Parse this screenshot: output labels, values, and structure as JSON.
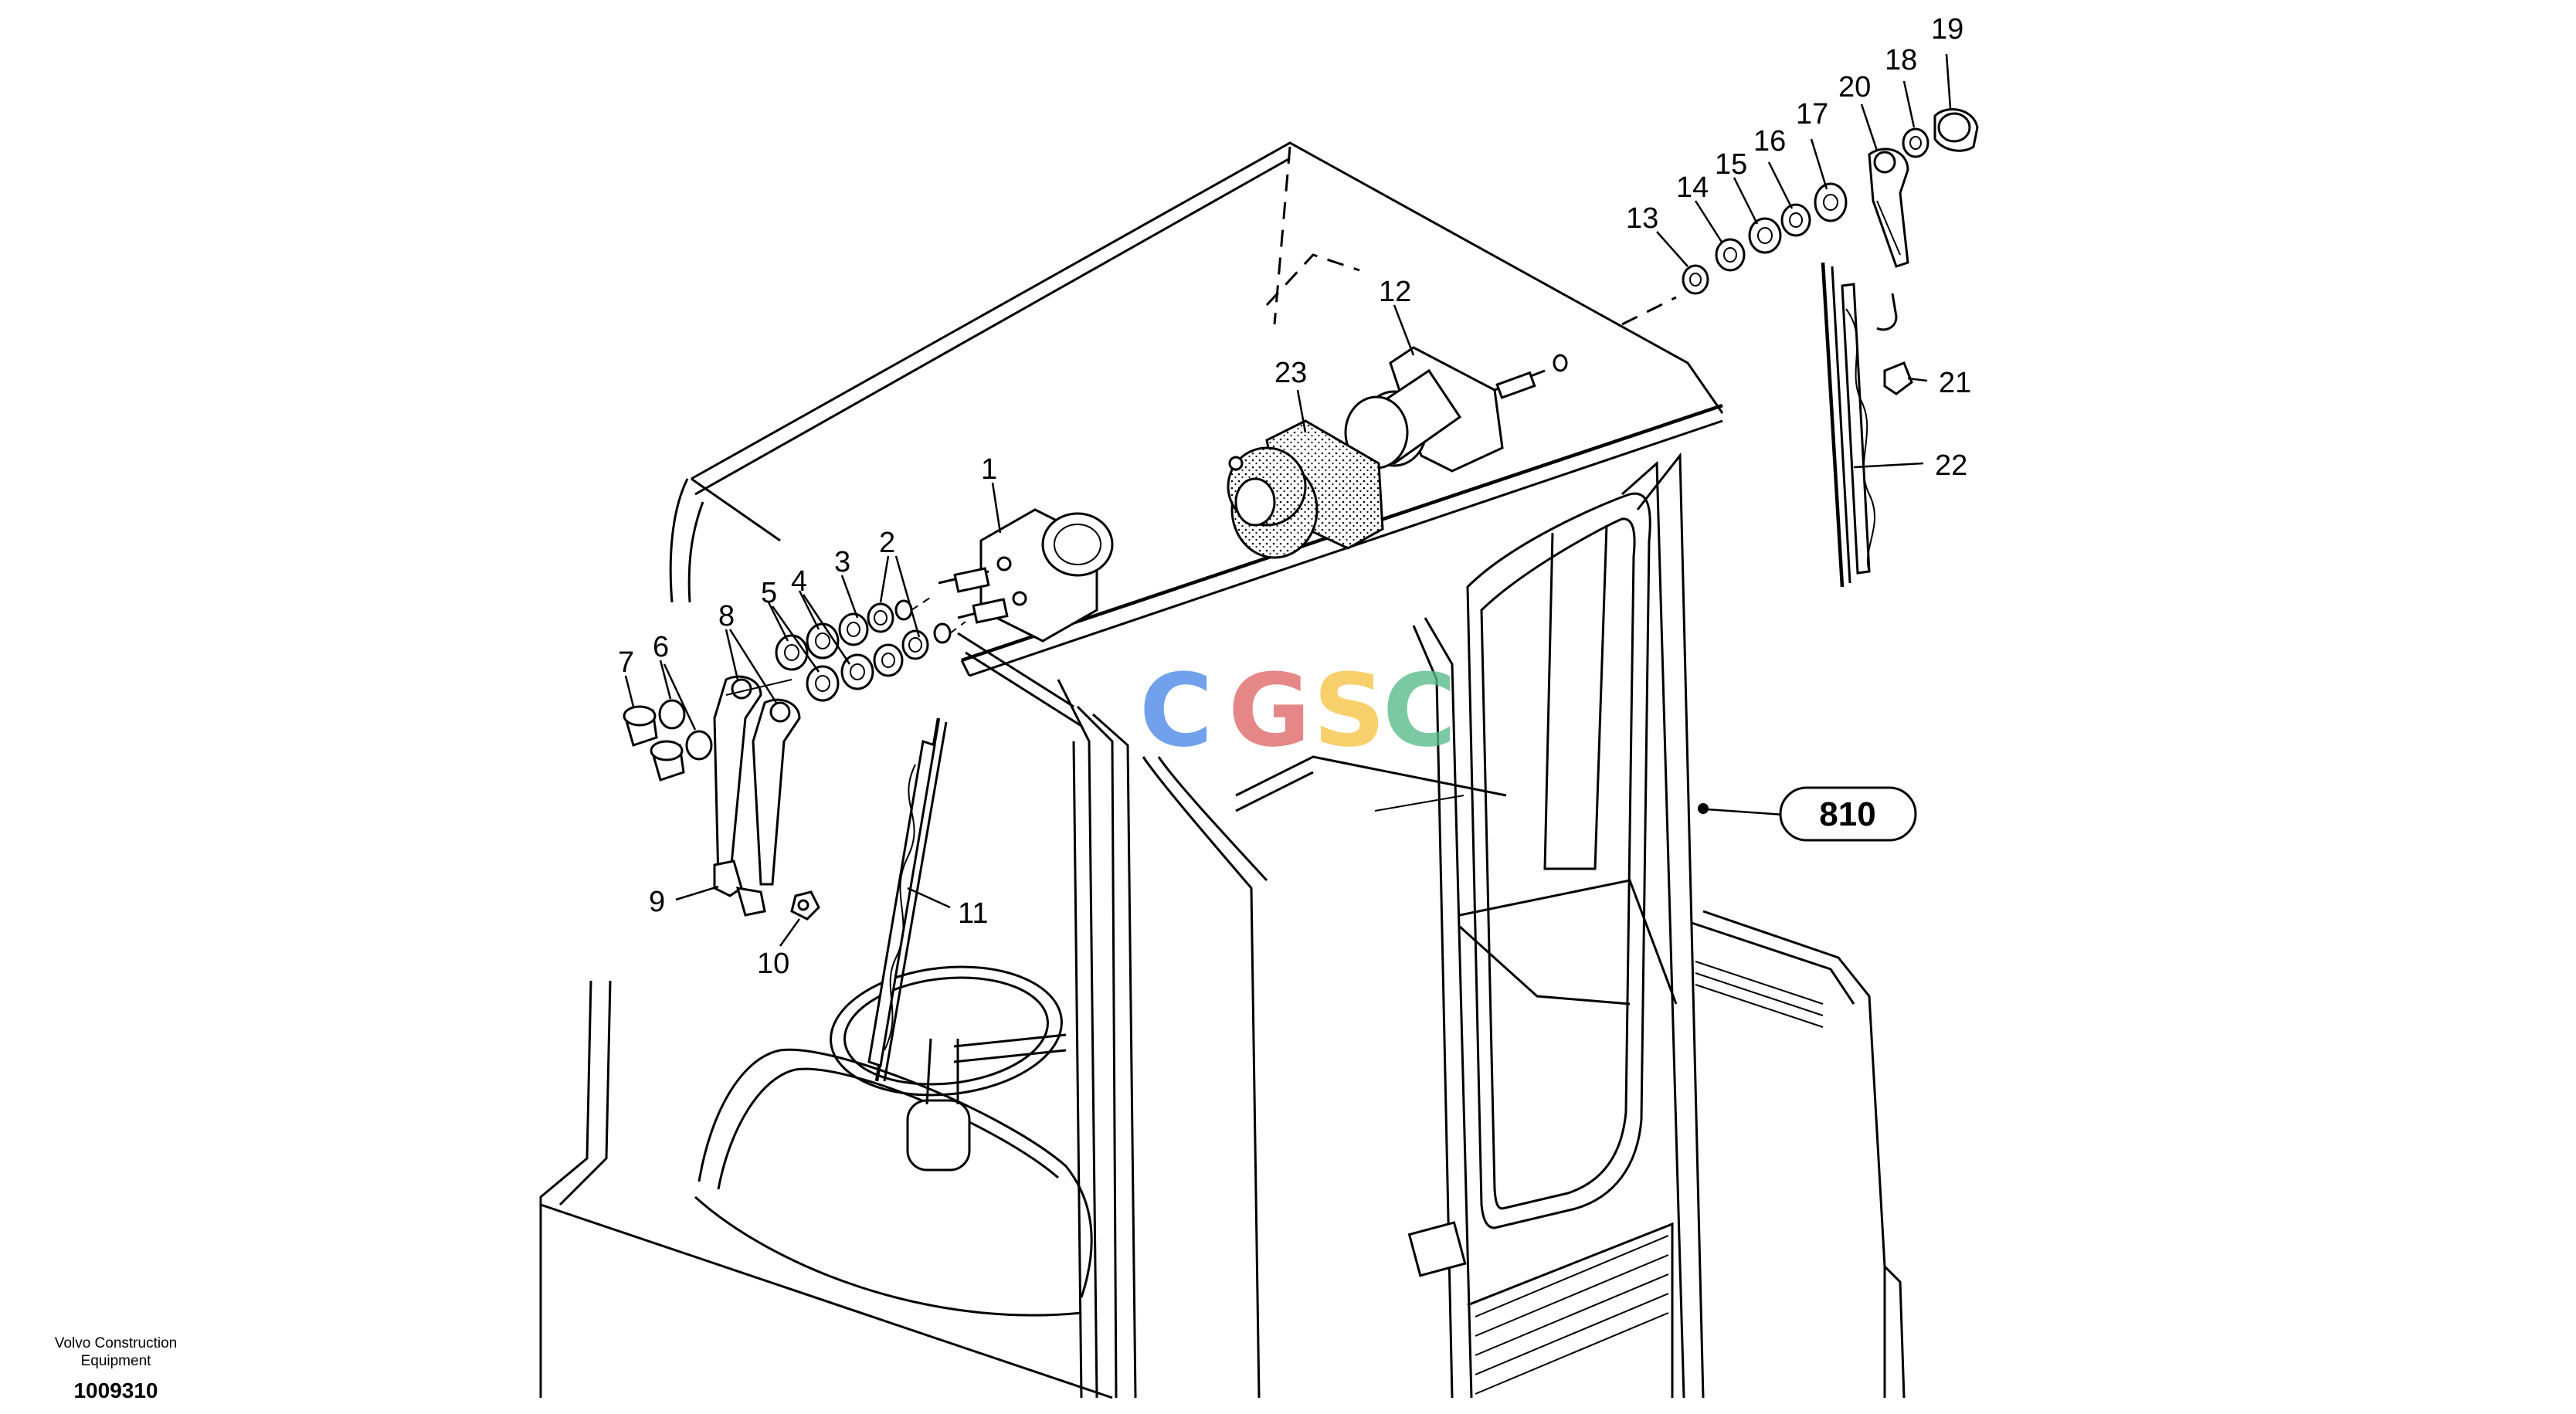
{
  "diagram": {
    "part_labels": [
      "1",
      "2",
      "3",
      "4",
      "5",
      "6",
      "7",
      "8",
      "9",
      "10",
      "11",
      "12",
      "13",
      "14",
      "15",
      "16",
      "17",
      "18",
      "19",
      "20",
      "21",
      "22",
      "23"
    ],
    "reference_label": "810",
    "footer": {
      "company_line1": "Volvo Construction",
      "company_line2": "Equipment",
      "drawing_number": "1009310"
    },
    "watermark": {
      "letters": [
        "C",
        "G",
        "S",
        "C"
      ],
      "colors": [
        "#4a86e8",
        "#e06666",
        "#f6c342",
        "#57bb8a"
      ]
    }
  }
}
